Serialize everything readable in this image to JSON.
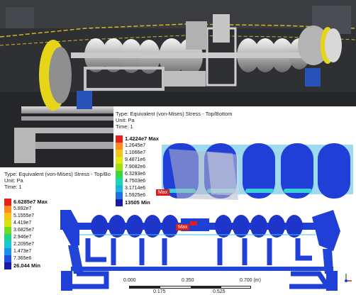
{
  "top_panel": {
    "title": "Type: Equivalent (von-Mises) Stress - Top/Bottom",
    "unit": "Unit: Pa",
    "time": "Time: 1",
    "legend": [
      {
        "label": "1.4224e7 Max",
        "color": "#e6201c"
      },
      {
        "label": "1.2645e7",
        "color": "#ff8a1e"
      },
      {
        "label": "1.1066e7",
        "color": "#f5c418"
      },
      {
        "label": "9.4871e6",
        "color": "#e7e70f"
      },
      {
        "label": "7.9082e6",
        "color": "#9ee30e"
      },
      {
        "label": "6.3293e6",
        "color": "#3ad83e"
      },
      {
        "label": "4.7503e6",
        "color": "#19d7b0"
      },
      {
        "label": "3.1714e6",
        "color": "#18b6e3"
      },
      {
        "label": "1.5925e6",
        "color": "#1f6ee8"
      },
      {
        "label": "13505 Min",
        "color": "#1a1aa8"
      }
    ],
    "max_tag": "Max"
  },
  "bottom_panel": {
    "title": "Type: Equivalent (von-Mises) Stress - Top/Bo",
    "unit": "Unit: Pa",
    "time": "Time: 1",
    "legend": [
      {
        "label": "6.6285e7 Max",
        "color": "#e6201c"
      },
      {
        "label": "5.892e7",
        "color": "#ff8a1e"
      },
      {
        "label": "5.1555e7",
        "color": "#f5c418"
      },
      {
        "label": "4.419e7",
        "color": "#d9e10f"
      },
      {
        "label": "3.6825e7",
        "color": "#6fdc22"
      },
      {
        "label": "2.946e7",
        "color": "#1fd48a"
      },
      {
        "label": "2.2095e7",
        "color": "#19c6d6"
      },
      {
        "label": "1.473e7",
        "color": "#1c8fe6"
      },
      {
        "label": "7.365e6",
        "color": "#1f4ee0"
      },
      {
        "label": "26.044 Min",
        "color": "#1a1aa8"
      }
    ],
    "max_tag": "Max"
  },
  "scale_bar": {
    "ticks_top": [
      "0.000",
      "0.350",
      "0.700 (m)"
    ],
    "ticks_bottom": [
      "0.175",
      "0.525"
    ]
  },
  "colors": {
    "cavity_blue": "#1f3fd6",
    "max_red": "#d9201a",
    "flange_yellow": "#e7d51a"
  }
}
